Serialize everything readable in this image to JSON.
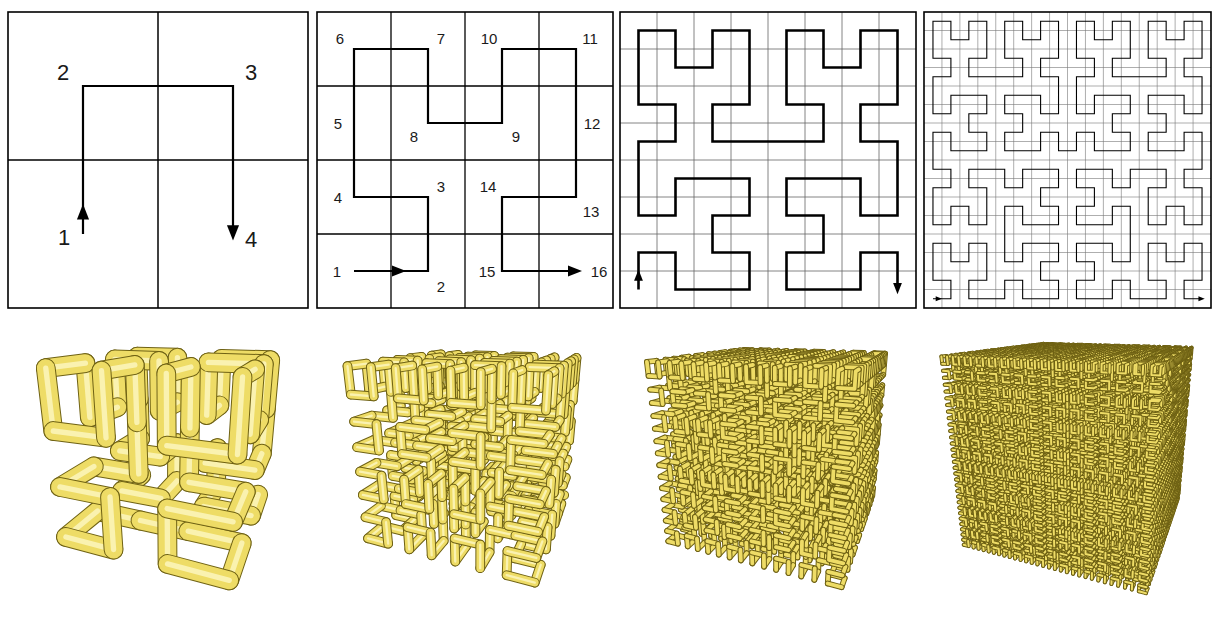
{
  "diagram": {
    "labels": [
      "2",
      "3",
      "1",
      "4",
      "6",
      "7",
      "10",
      "11",
      "5",
      "8",
      "9",
      "12",
      "4",
      "3",
      "14",
      "13",
      "1",
      "2",
      "15",
      "16"
    ]
  }
}
